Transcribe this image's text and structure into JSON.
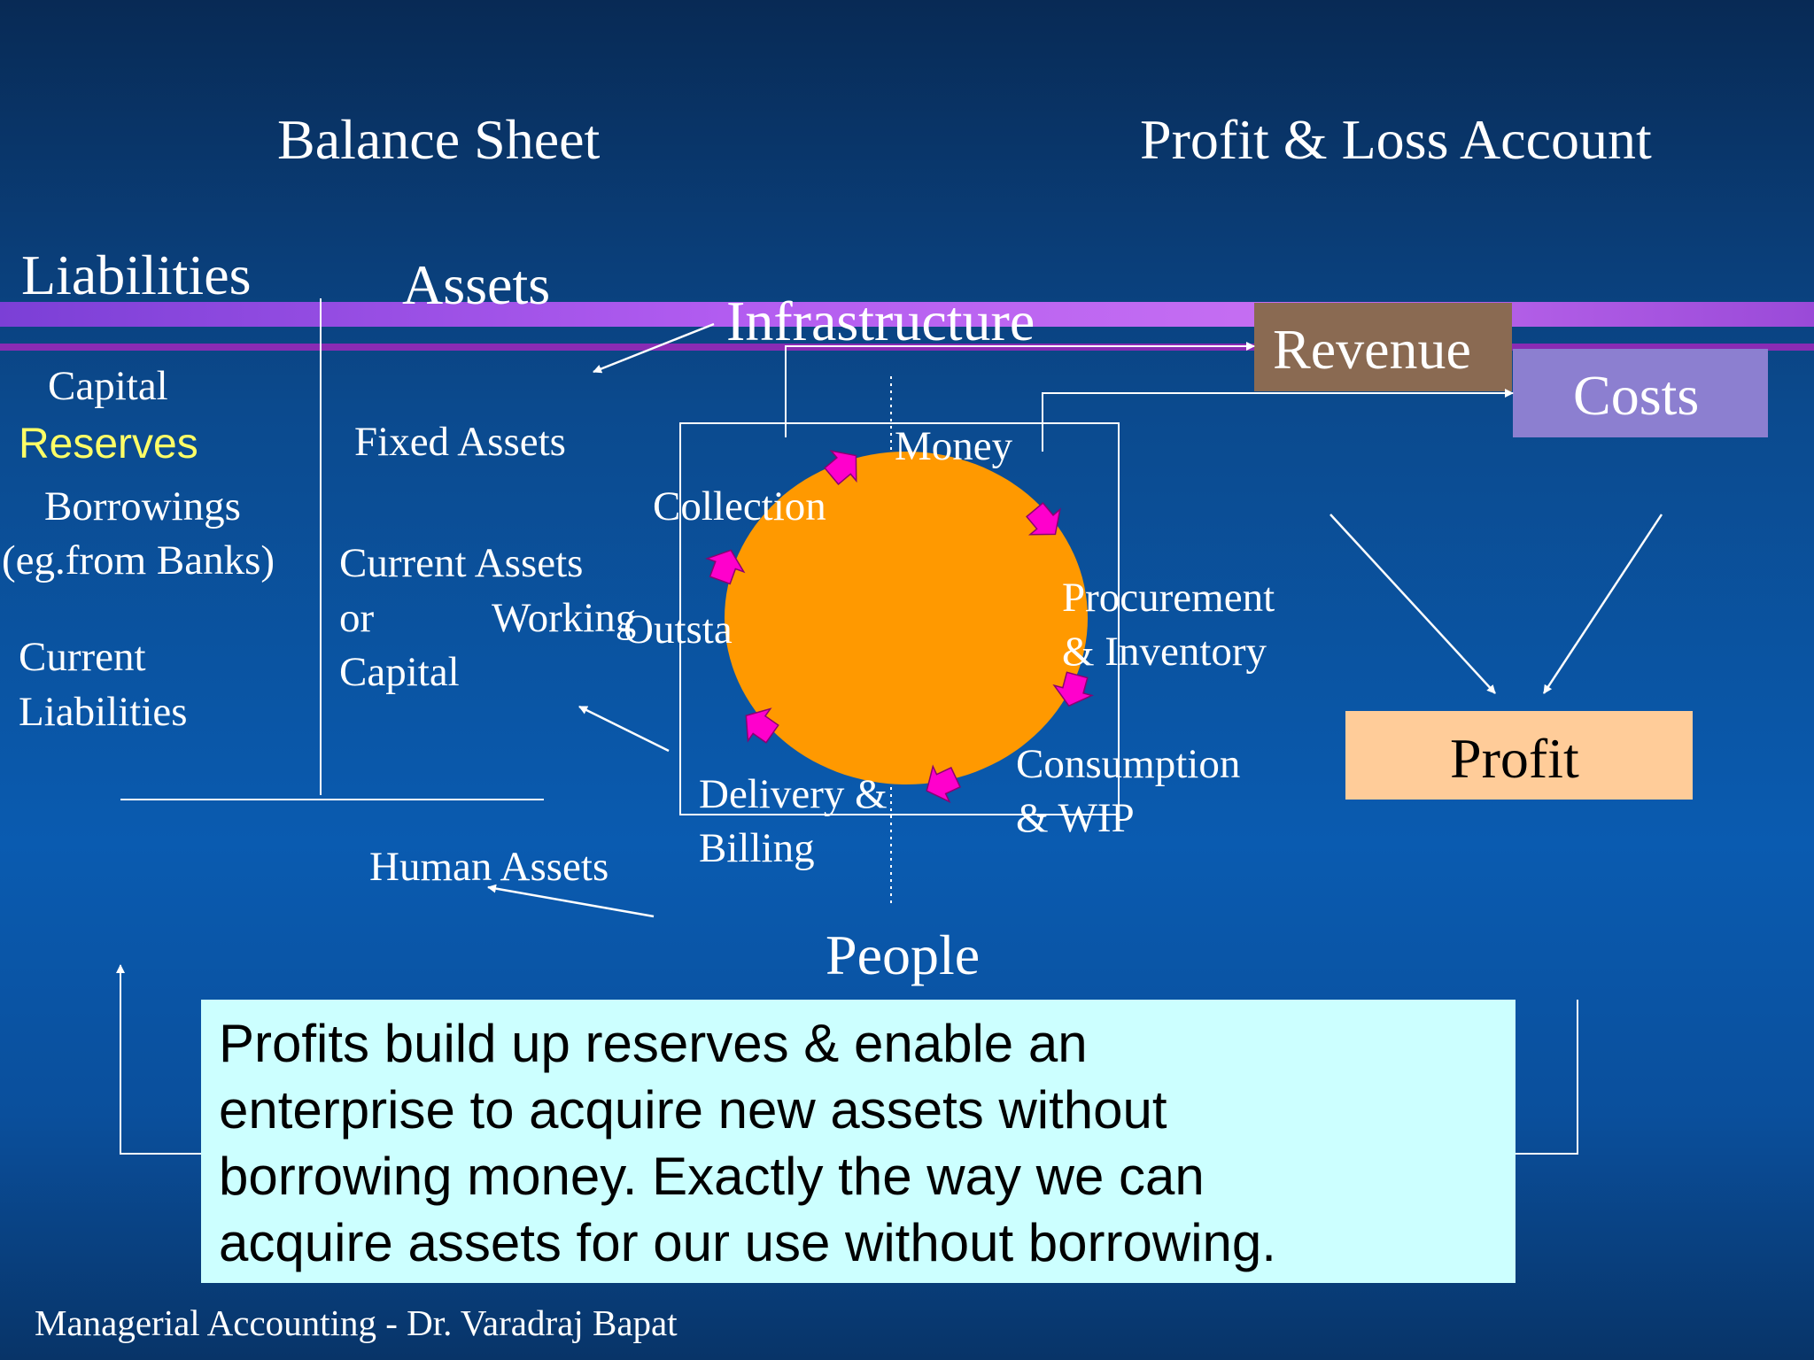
{
  "headings": {
    "balance_sheet": "Balance Sheet",
    "profit_loss": "Profit & Loss Account"
  },
  "balance_sheet": {
    "liabilities_title": "Liabilities",
    "assets_title": "Assets",
    "liabilities": {
      "capital": "Capital",
      "reserves": "Reserves",
      "borrowings": "Borrowings",
      "borrowings_note": "(eg.from Banks)",
      "current_line1": "Current",
      "current_line2": "Liabilities"
    },
    "assets": {
      "fixed": "Fixed Assets",
      "current_line1": "Current Assets",
      "current_line2a": "or",
      "current_line2b": "Working",
      "current_line3": "Capital",
      "human": "Human Assets"
    }
  },
  "cycle": {
    "infrastructure": "Infrastructure",
    "money": "Money",
    "collection": "Collection",
    "outstanding_partial": "Outsta",
    "procurement_line1": "Procurement",
    "procurement_line2": "& Inventory",
    "consumption_line1": "Consumption",
    "consumption_line2": "& WIP",
    "delivery_line1": "Delivery &",
    "delivery_line2": "Billing",
    "people": "People"
  },
  "pnl": {
    "revenue": "Revenue",
    "costs": "Costs",
    "profit": "Profit"
  },
  "note": {
    "line1": "Profits build up reserves & enable an",
    "line2": "enterprise to acquire new assets without",
    "line3": "borrowing money. Exactly the way we can",
    "line4": "acquire assets for our use without borrowing."
  },
  "footer": "Managerial Accounting  - Dr.  Varadraj Bapat",
  "colors": {
    "background": "#0a5bb0",
    "circle": "#ff9900",
    "arrows": "#ff00cc",
    "reserves_text": "#ffff66",
    "revenue_box": "#8a6a52",
    "costs_box": "#8c7fd0",
    "profit_box": "#ffcc99",
    "note_box": "#ccffff"
  }
}
